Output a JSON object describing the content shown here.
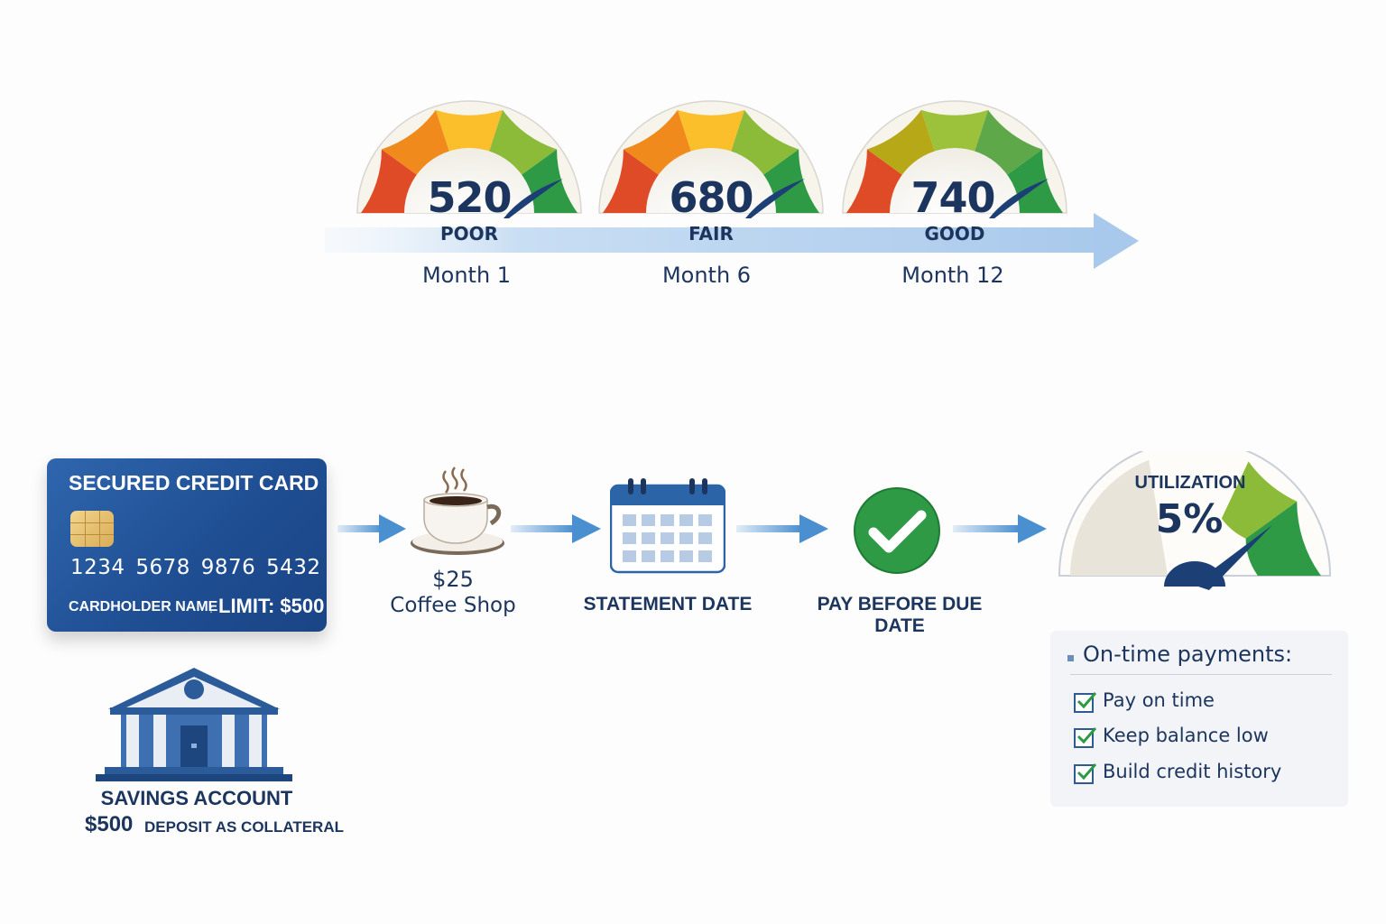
{
  "colors": {
    "navy": "#1c355e",
    "arrow_blue": "#4a8fd0",
    "track_blue": "#b6d3f0",
    "red": "#e04b27",
    "orange": "#f08a1c",
    "yellow": "#fbbf2c",
    "light_green": "#8cbb3a",
    "green": "#2e9a45",
    "card_blue": "#2359a0"
  },
  "timeline": {
    "stages": [
      {
        "score": "520",
        "rating": "POOR",
        "month": "Month 1"
      },
      {
        "score": "680",
        "rating": "FAIR",
        "month": "Month 6"
      },
      {
        "score": "740",
        "rating": "GOOD",
        "month": "Month 12"
      }
    ]
  },
  "card": {
    "title": "SECURED CREDIT CARD",
    "number": "1234 5678 9876 5432",
    "holder": "CARDHOLDER NAME",
    "separator": ":",
    "limit": "LIMIT: $500"
  },
  "savings": {
    "title": "SAVINGS ACCOUNT",
    "amount": "$500",
    "note": "DEPOSIT AS COLLATERAL",
    "icon": "bank-icon"
  },
  "steps": {
    "purchase_amount": "$25",
    "purchase_label": "Coffee Shop",
    "purchase_icon": "coffee-cup-icon",
    "statement_label": "STATEMENT DATE",
    "statement_icon": "calendar-icon",
    "pay_label": "PAY BEFORE DUE DATE",
    "pay_icon": "checkmark-icon"
  },
  "utilization": {
    "label": "UTILIZATION",
    "value": "5%"
  },
  "tips": {
    "title": "On-time payments:",
    "items": [
      "Pay on time",
      "Keep balance low",
      "Build credit history"
    ]
  }
}
